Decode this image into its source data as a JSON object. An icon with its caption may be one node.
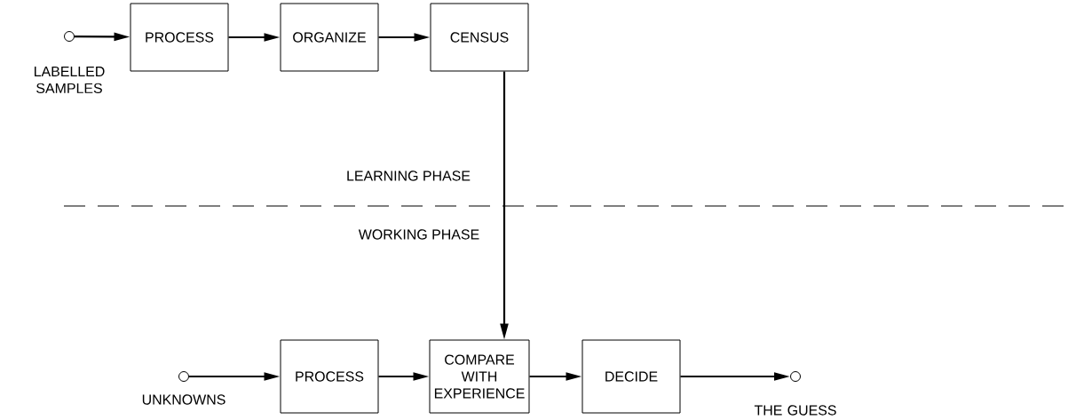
{
  "diagram": {
    "nodes": [
      {
        "text": [],
        "shape": "circle",
        "beside": [
          "LABELLED SAMPLES"
        ]
      },
      {
        "text": [
          "PROCESS"
        ]
      },
      {
        "text": [
          "ORGANIZE"
        ]
      },
      {
        "text": [
          "CENSUS"
        ]
      },
      {
        "text": [],
        "shape": "circle",
        "beside": [
          "UNKNOWNS"
        ]
      },
      {
        "text": [
          "PROCESS"
        ]
      },
      {
        "text": [
          "COMPARE WITH EXPERIENCE"
        ]
      },
      {
        "text": [
          "DECIDE"
        ]
      },
      {
        "text": [],
        "shape": "circle",
        "beside": [
          "THE GUESS"
        ]
      }
    ],
    "edges": [
      {
        "from": 0,
        "to": 1,
        "arrow": "to"
      },
      {
        "from": 1,
        "to": 2,
        "arrow": "to"
      },
      {
        "from": 2,
        "to": 3,
        "arrow": "to"
      },
      {
        "from": 3,
        "to": 6,
        "arrow": "to"
      },
      {
        "from": 4,
        "to": 5,
        "arrow": "to"
      },
      {
        "from": 5,
        "to": 6,
        "arrow": "to"
      },
      {
        "from": 6,
        "to": 7,
        "arrow": "to"
      },
      {
        "from": 7,
        "to": 8,
        "arrow": "to"
      }
    ],
    "labels": [
      "LEARNING PHASE",
      "WORKING PHASE"
    ]
  }
}
